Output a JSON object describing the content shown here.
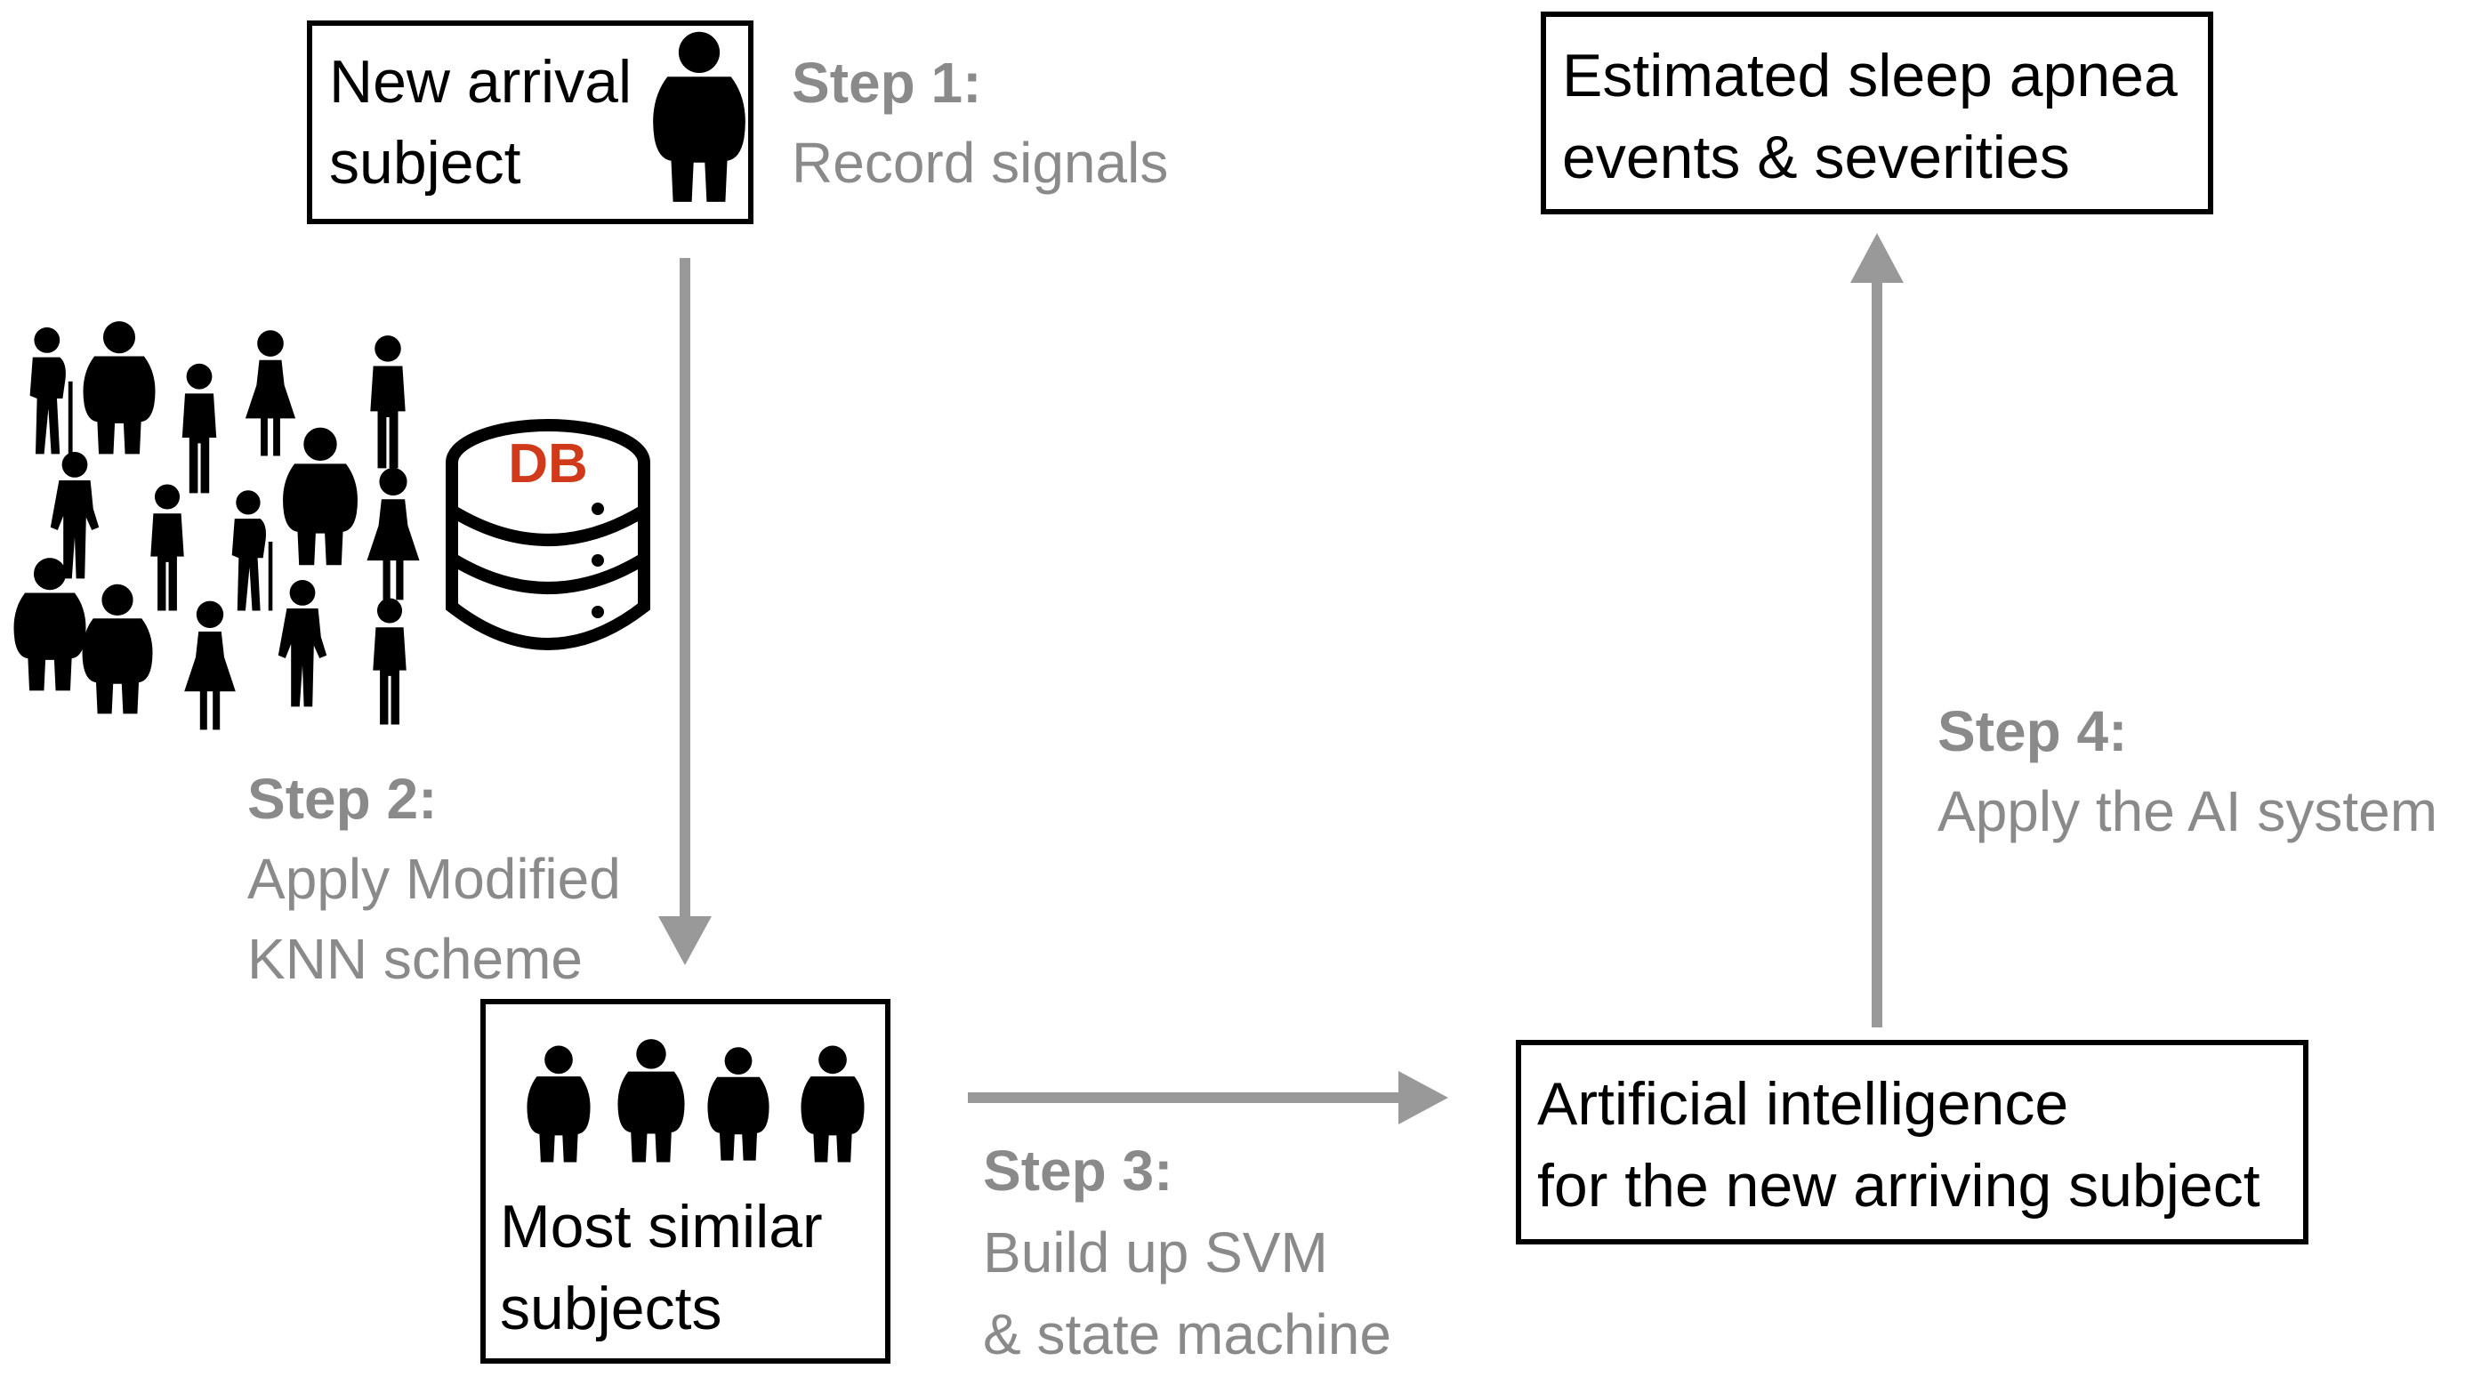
{
  "colors": {
    "box_border": "#000000",
    "box_text": "#000000",
    "arrow": "#999999",
    "step_text": "#8a8a8a",
    "db_label": "#d03a1a",
    "icon_fill": "#000000"
  },
  "boxes": {
    "new_arrival": {
      "line1": "New arrival",
      "line2": "subject"
    },
    "most_similar": {
      "line1": "Most similar",
      "line2": "subjects"
    },
    "ai": {
      "line1": "Artificial intelligence",
      "line2": "for the new arriving subject"
    },
    "estimated": {
      "line1": "Estimated sleep apnea",
      "line2": "events & severities"
    }
  },
  "steps": {
    "step1": {
      "title": "Step 1:",
      "line1": "Record signals"
    },
    "step2": {
      "title": "Step 2:",
      "line1": "Apply Modified",
      "line2": "KNN scheme"
    },
    "step3": {
      "title": "Step 3:",
      "line1": "Build up SVM",
      "line2": "& state machine"
    },
    "step4": {
      "title": "Step 4:",
      "line1": "Apply the AI system"
    }
  },
  "database": {
    "label": "DB"
  },
  "icons": {
    "arrival_person": "person-icon",
    "crowd": "crowd-icon",
    "database": "database-icon",
    "similar_group": "person-group-icon"
  }
}
